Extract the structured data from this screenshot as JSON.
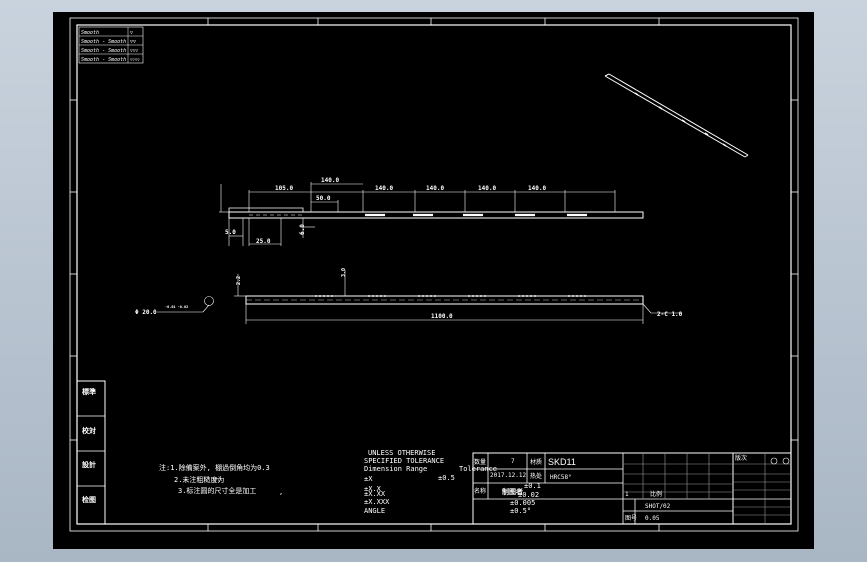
{
  "layer_table": {
    "rows": [
      {
        "name": "Smooth",
        "mark": "▽"
      },
      {
        "name": "Smooth - Smooth",
        "mark": "▽▽"
      },
      {
        "name": "Smooth - Smooth",
        "mark": "▽▽▽"
      },
      {
        "name": "Smooth - Smooth",
        "mark": "▽▽▽▽"
      }
    ]
  },
  "part1_dims": {
    "d1": "140.0",
    "d2": "105.0",
    "d3": "50.0",
    "d4": "140.0",
    "d5": "140.0",
    "d6": "140.0",
    "d7": "140.0",
    "d8": "5.0",
    "d9": "25.0",
    "d10": "6.0"
  },
  "part2_dims": {
    "length": "1100.0",
    "dia": "Φ 20.0",
    "dia_tol": "-0.01 -0.02",
    "chamfer": "2-C 1.0",
    "h1": "2.2",
    "h2": "3.0"
  },
  "left_block": {
    "labels": [
      "標準",
      "校対",
      "設計",
      "检图"
    ]
  },
  "notes": {
    "line1": "注:1.除備案外, 棚過倒角均为0.3",
    "line2": "2.未注粗糙度为",
    "line2_mark": "▽▽",
    "line3": "3.标注圆的尺寸全是加工",
    "tail": ","
  },
  "tolerance": {
    "title1": "UNLESS OTHERWISE",
    "title2": "SPECIFIED TOLERANCE",
    "col1": "Dimension Range",
    "col2": "Tolerance",
    "rows": [
      {
        "range": "±X",
        "tol": "±0.5"
      },
      {
        "range": "±X.X",
        "tol": "±0.1"
      },
      {
        "range": "±X.XX",
        "tol": "±0.02"
      },
      {
        "range": "±X.XXX",
        "tol": "±0.005"
      },
      {
        "range": "ANGLE",
        "tol": "±0.5°"
      }
    ]
  },
  "title_block": {
    "qty_label": "数量",
    "qty": "7",
    "material_label": "材质",
    "material": "SKD11",
    "date": "2017.12.12",
    "process_label": "热处",
    "process": "HRC58°",
    "drawer_label": "制图者",
    "scale_label": "比例",
    "name_label": "名称",
    "name_code": "1",
    "part_code": "SHOT/02",
    "code_label": "图号",
    "code": "0.05"
  },
  "revision": {
    "label": "版次"
  }
}
